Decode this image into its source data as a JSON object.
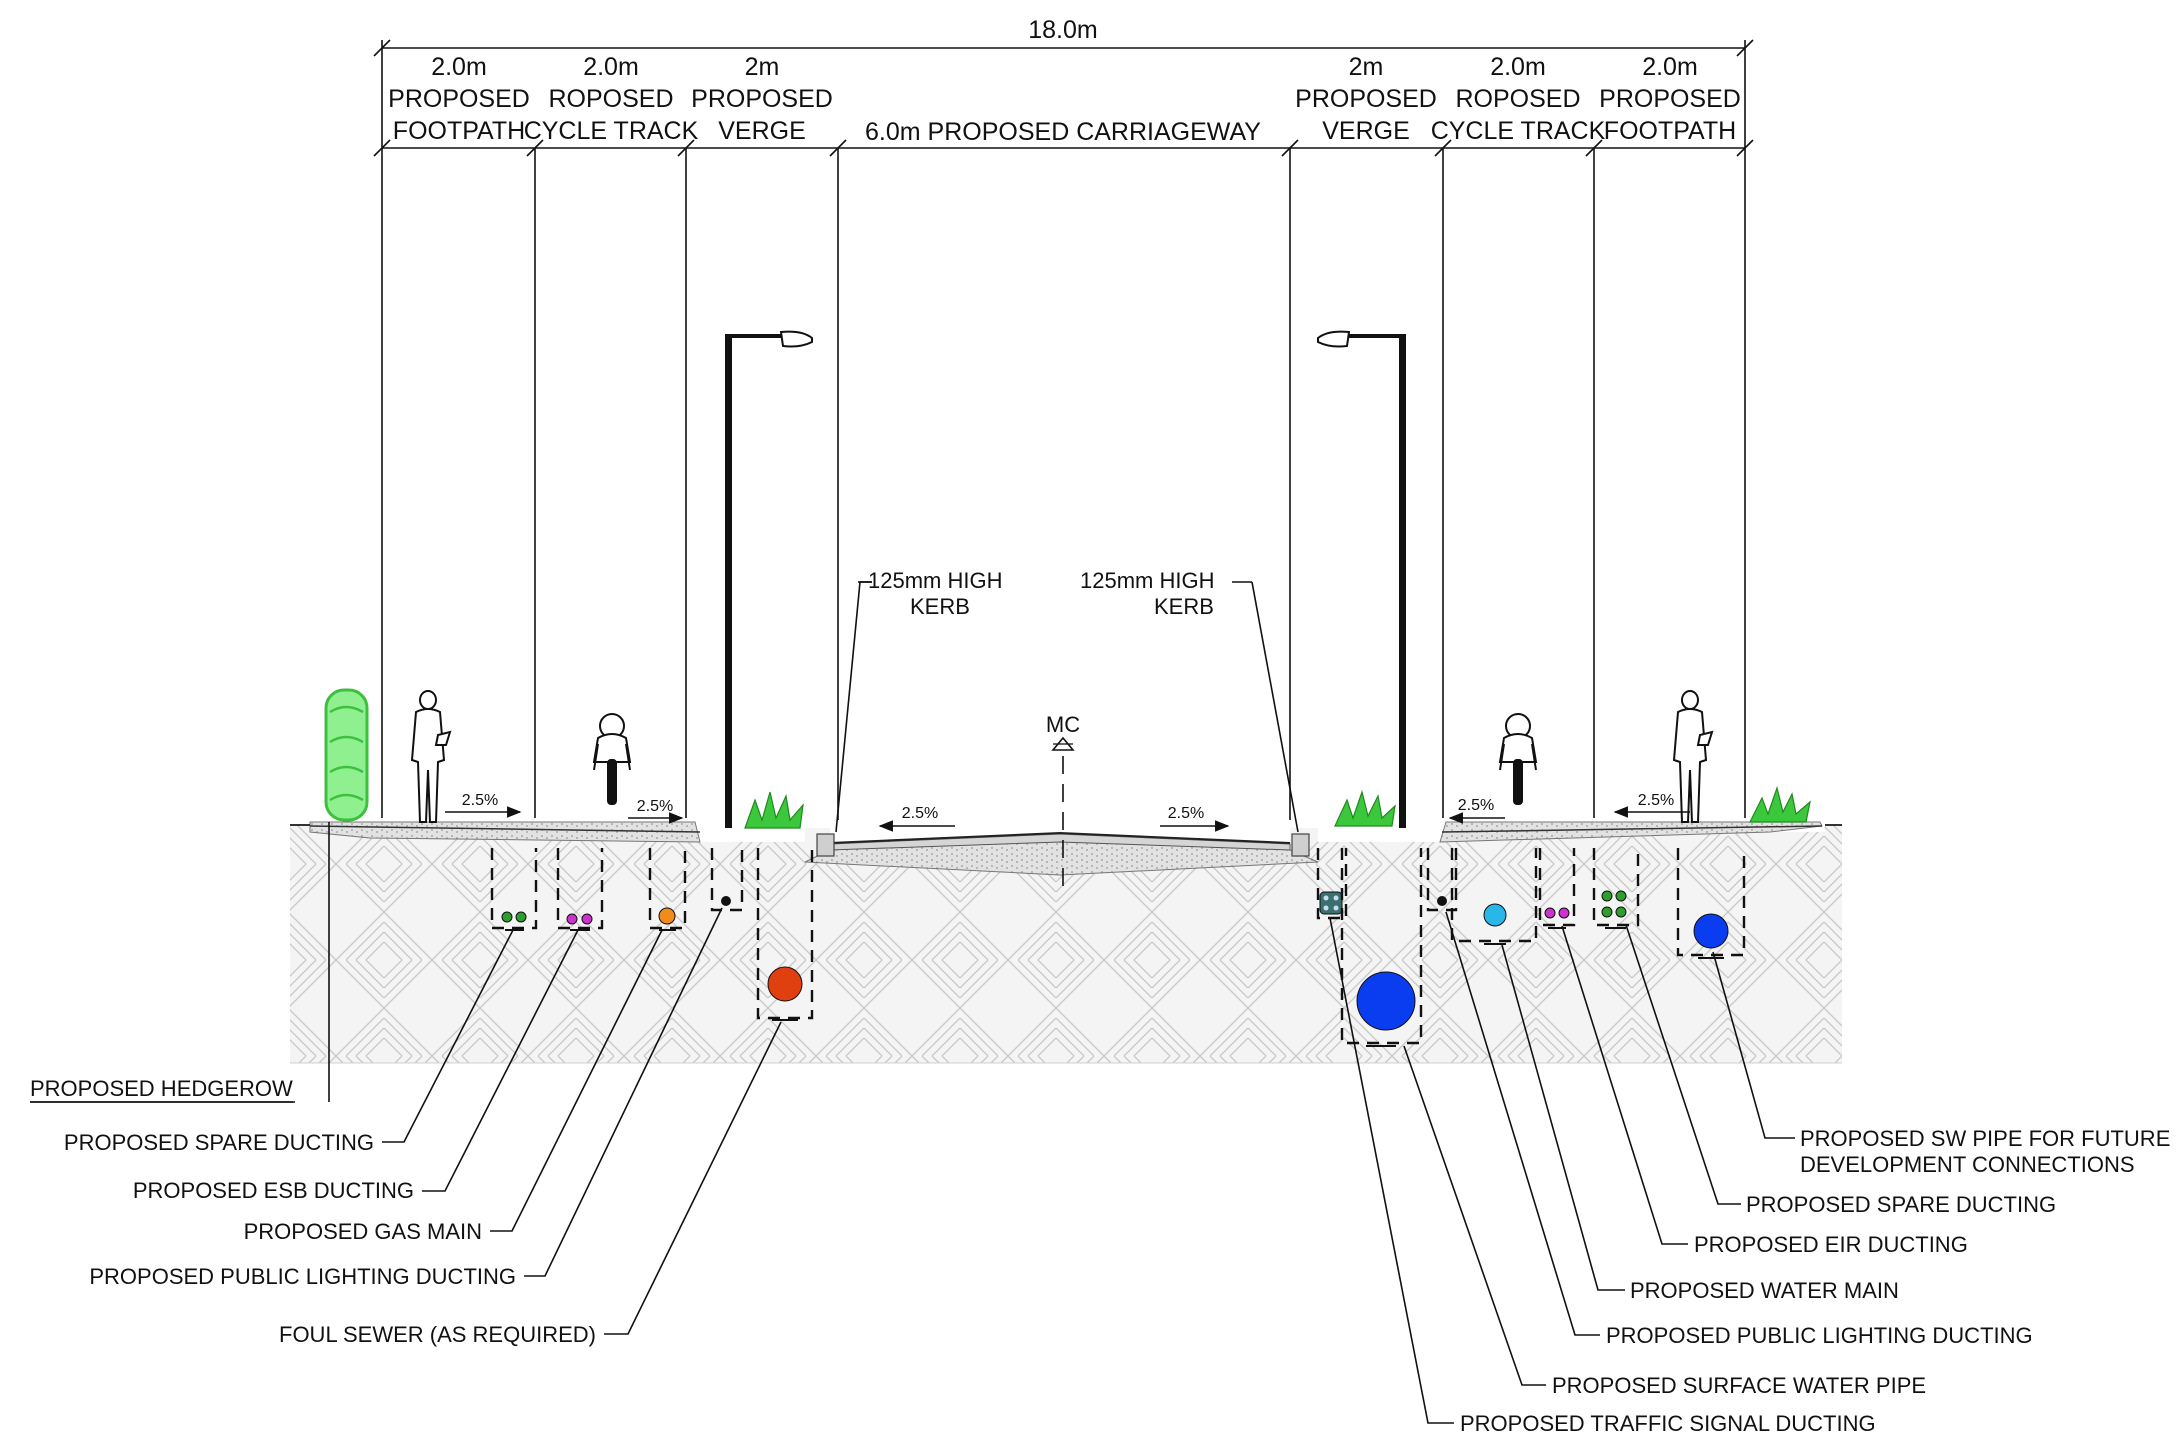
{
  "dimensions": {
    "overall": "18.0m",
    "carriageway": "6.0m PROPOSED CARRIAGEWAY",
    "left": [
      {
        "width": "2.0m",
        "l1": "PROPOSED",
        "l2": "FOOTPATH"
      },
      {
        "width": "2.0m",
        "l1": "ROPOSED",
        "l2": "CYCLE TRACK"
      },
      {
        "width": "2m",
        "l1": "PROPOSED",
        "l2": "VERGE"
      }
    ],
    "right": [
      {
        "width": "2m",
        "l1": "PROPOSED",
        "l2": "VERGE"
      },
      {
        "width": "2.0m",
        "l1": "ROPOSED",
        "l2": "CYCLE TRACK"
      },
      {
        "width": "2.0m",
        "l1": "PROPOSED",
        "l2": "FOOTPATH"
      }
    ]
  },
  "kerbs": {
    "left": {
      "l1": "125mm HIGH",
      "l2": "KERB"
    },
    "right": {
      "l1": "125mm HIGH",
      "l2": "KERB"
    }
  },
  "centreline": "MC",
  "slopes": [
    "2.5%",
    "2.5%",
    "2.5%",
    "2.5%",
    "2.5%",
    "2.5%"
  ],
  "colors": {
    "spare_ducting": "#2e9e2e",
    "esb_ducting": "#cc33cc",
    "gas_main": "#f08c1c",
    "lighting_ducting": "#111111",
    "foul_sewer": "#e04010",
    "surface_water": "#0a3cf0",
    "water_main": "#29b6e8",
    "traffic_signal": "#3a7070",
    "hedgerow": "#8ef08e",
    "grass": "#3cc83c"
  },
  "callouts": {
    "left": [
      "PROPOSED HEDGEROW",
      "PROPOSED SPARE DUCTING",
      "PROPOSED ESB DUCTING",
      "PROPOSED GAS MAIN",
      "PROPOSED PUBLIC LIGHTING DUCTING",
      "FOUL SEWER (AS REQUIRED)"
    ],
    "right": [
      "PROPOSED SW PIPE FOR FUTURE",
      "DEVELOPMENT CONNECTIONS",
      "PROPOSED SPARE DUCTING",
      "PROPOSED EIR DUCTING",
      "PROPOSED WATER MAIN",
      "PROPOSED PUBLIC LIGHTING DUCTING",
      "PROPOSED SURFACE WATER PIPE",
      "PROPOSED TRAFFIC SIGNAL DUCTING"
    ]
  }
}
